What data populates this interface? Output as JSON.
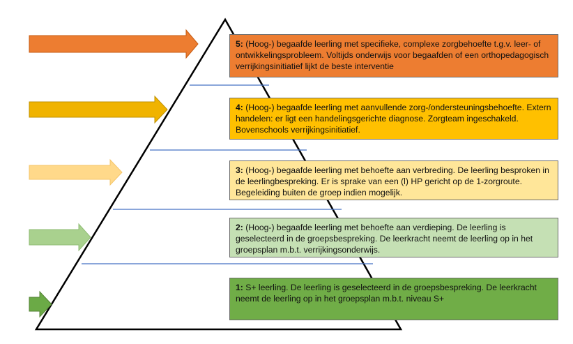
{
  "colors": {
    "level5": "#ED7D31",
    "level4": "#FFC000",
    "level3": "#FFE699",
    "level2": "#C5E0B4",
    "level1": "#70AD47",
    "arrow5": "#ED7D31",
    "arrow4": "#F0B300",
    "arrow3": "#FFD98A",
    "arrow2": "#A9D18E",
    "arrow1": "#6BAA46",
    "divider": "#4472C4",
    "outline": "#000000"
  },
  "levels": [
    {
      "number": "5:",
      "text": " (Hoog-) begaafde leerling met specifieke, complexe zorgbehoefte t.g.v. leer- of ontwikkelingsprobleem. Voltijds onderwijs voor begaafden of een orthopedagogisch verrijkingsinitiatief lijkt de beste interventie"
    },
    {
      "number": "4:",
      "text": " (Hoog-) begaafde leerling met aanvullende zorg-/ondersteuningsbehoefte. Extern handelen: er ligt een handelingsgerichte diagnose. Zorgteam ingeschakeld. Bovenschools verrijkingsinitiatief."
    },
    {
      "number": "3:",
      "text": " (Hoog-) begaafde leerling met behoefte aan verbreding. De leerling besproken in de leerlingbespreking. Er is sprake van een (l) HP gericht op de 1-zorgroute.  Begeleiding buiten de groep indien mogelijk."
    },
    {
      "number": "2:",
      "text": " (Hoog-) begaafde leerling met behoefte aan verdieping. De leerling is geselecteerd in de groepsbespreking. De leerkracht neemt de leerling op in het groepsplan m.b.t. verrijkingsonderwijs."
    },
    {
      "number": "1:",
      "text": " S+ leerling. De leerling is geselecteerd in de groepsbespreking. De leerkracht neemt de leerling op in het groepsplan m.b.t. niveau S+"
    }
  ]
}
